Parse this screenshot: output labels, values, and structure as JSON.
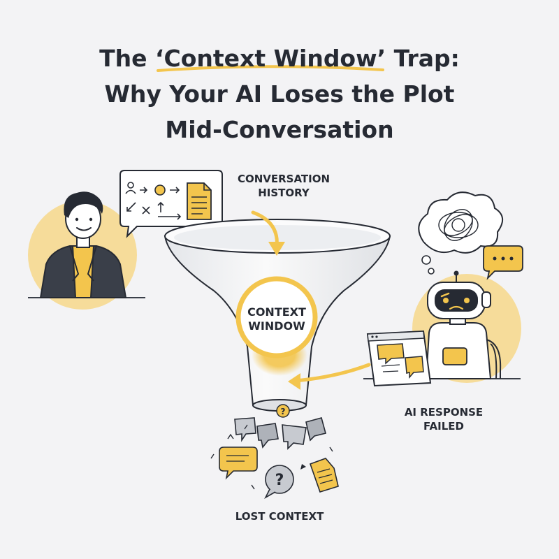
{
  "title": {
    "before": "The ",
    "highlight": "‘Context Window’",
    "after": " Trap:",
    "line2": "Why Your AI Loses the Plot",
    "line3": "Mid-Conversation"
  },
  "labels": {
    "conversation_history_1": "CONVERSATION",
    "conversation_history_2": "HISTORY",
    "context_window_1": "CONTEXT",
    "context_window_2": "WINDOW",
    "ai_response_1": "AI RESPONSE",
    "ai_response_2": "FAILED",
    "lost_context": "LOST CONTEXT"
  },
  "colors": {
    "accent_yellow": "#f3c54d",
    "dark": "#262a33",
    "gray": "#9aa0a8",
    "bg": "#f3f3f5"
  }
}
